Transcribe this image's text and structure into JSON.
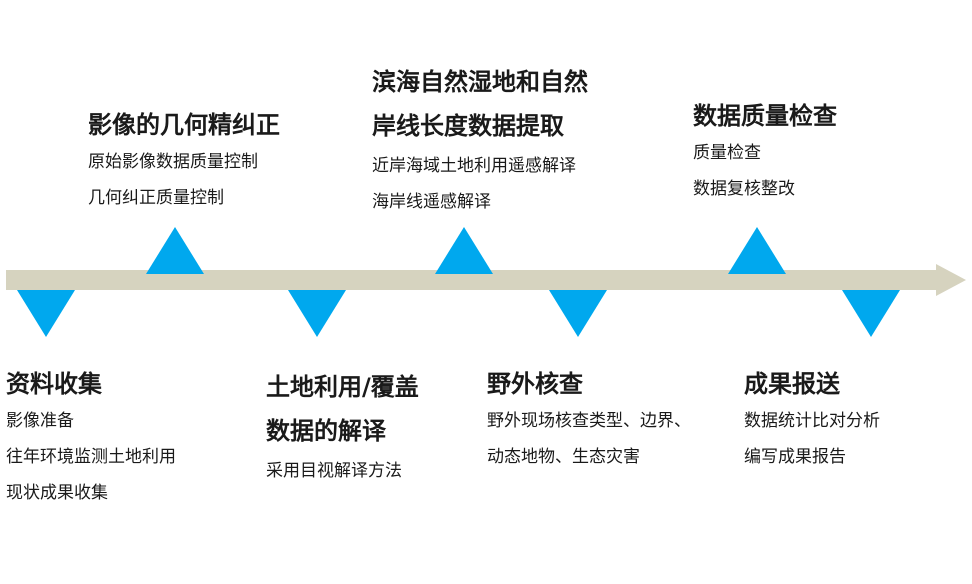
{
  "colors": {
    "axis": "#d6d3bf",
    "marker": "#00a8ee",
    "text": "#1a1a1a"
  },
  "steps": [
    {
      "title": [
        "资料收集"
      ],
      "items": [
        "影像准备",
        "往年环境监测土地利用",
        "现状成果收集"
      ]
    },
    {
      "title": [
        "影像的几何精纠正"
      ],
      "items": [
        "原始影像数据质量控制",
        "几何纠正质量控制"
      ]
    },
    {
      "title": [
        "土地利用/覆盖",
        "数据的解译"
      ],
      "items": [
        "采用目视解译方法"
      ]
    },
    {
      "title": [
        "滨海自然湿地和自然",
        "岸线长度数据提取"
      ],
      "items": [
        "近岸海域土地利用遥感解译",
        "海岸线遥感解译"
      ]
    },
    {
      "title": [
        "野外核查"
      ],
      "items": [
        "野外现场核查类型、边界、",
        "动态地物、生态灾害"
      ]
    },
    {
      "title": [
        "数据质量检查"
      ],
      "items": [
        "质量检查",
        "数据复核整改"
      ]
    },
    {
      "title": [
        "成果报送"
      ],
      "items": [
        "数据统计比对分析",
        "编写成果报告"
      ]
    }
  ]
}
